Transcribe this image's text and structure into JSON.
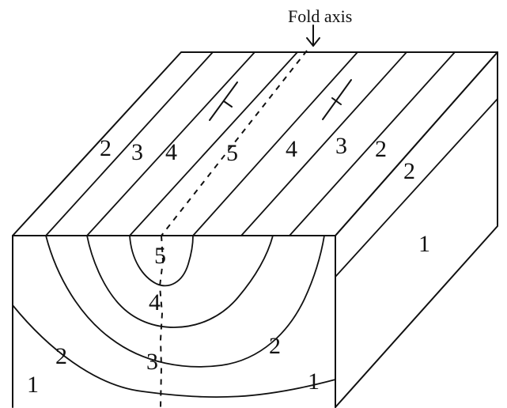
{
  "title": "Fold axis",
  "top_labels": [
    "2",
    "3",
    "4",
    "5",
    "4",
    "3",
    "2",
    "2"
  ],
  "front_labels": [
    "5",
    "4",
    "3",
    "2",
    "2",
    "1",
    "1"
  ],
  "side_labels": [
    "1"
  ]
}
